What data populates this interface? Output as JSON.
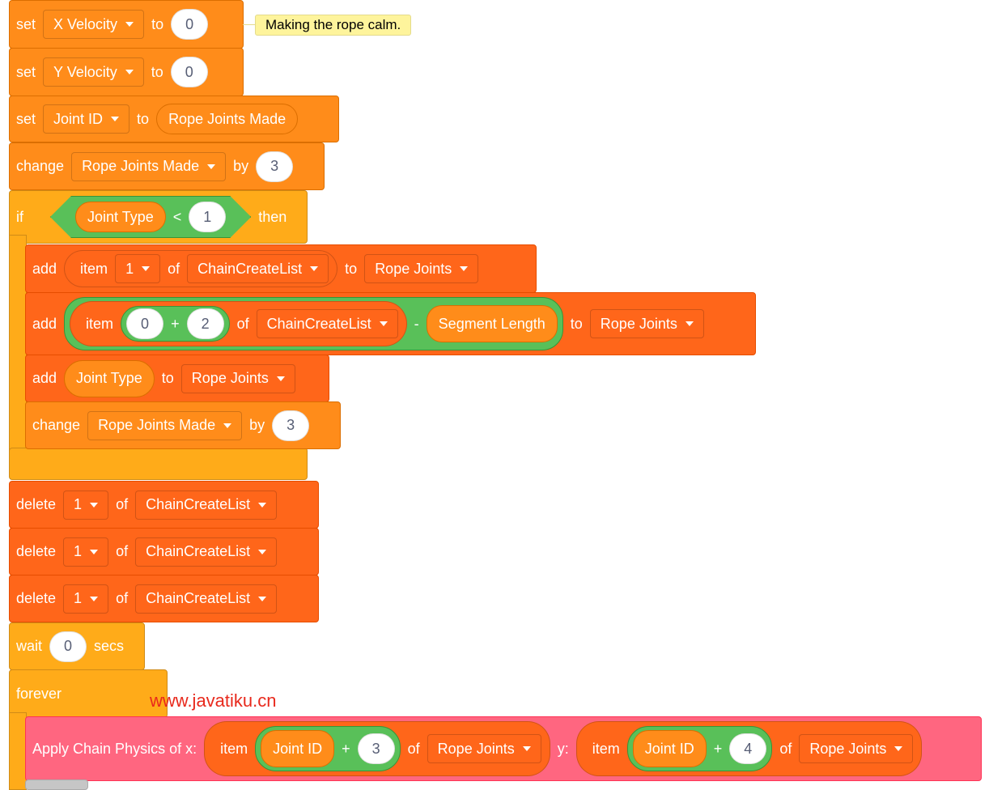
{
  "comment": "Making the rope calm.",
  "watermark": "www.javatiku.cn",
  "words": {
    "set": "set",
    "to": "to",
    "change": "change",
    "by": "by",
    "if": "if",
    "then": "then",
    "add": "add",
    "item": "item",
    "of": "of",
    "minus": "-",
    "plus": "+",
    "lt": "<",
    "delete": "delete",
    "wait": "wait",
    "secs": "secs",
    "forever": "forever",
    "y": "y:"
  },
  "blocks": {
    "set_x": {
      "var": "X Velocity",
      "value": "0"
    },
    "set_y": {
      "var": "Y Velocity",
      "value": "0"
    },
    "set_joint": {
      "var": "Joint ID",
      "reporter": "Rope Joints Made"
    },
    "change1": {
      "var": "Rope Joints Made",
      "value": "3"
    },
    "if": {
      "reporter": "Joint Type",
      "value": "1"
    },
    "add1": {
      "index": "1",
      "list": "ChainCreateList",
      "target": "Rope Joints"
    },
    "add2": {
      "a": "0",
      "b": "2",
      "list": "ChainCreateList",
      "reporter": "Segment Length",
      "target": "Rope Joints"
    },
    "add3": {
      "reporter": "Joint Type",
      "target": "Rope Joints"
    },
    "change2": {
      "var": "Rope Joints Made",
      "value": "3"
    },
    "deletes": [
      {
        "index": "1",
        "list": "ChainCreateList"
      },
      {
        "index": "1",
        "list": "ChainCreateList"
      },
      {
        "index": "1",
        "list": "ChainCreateList"
      }
    ],
    "wait": {
      "value": "0"
    },
    "physics": {
      "label": "Apply Chain Physics of x:",
      "x_var": "Joint ID",
      "x_add": "3",
      "x_list": "Rope Joints",
      "y_var": "Joint ID",
      "y_add": "4",
      "y_list": "Rope Joints"
    }
  },
  "colors": {
    "variables": "#ff8c1a",
    "lists": "#ff661a",
    "control": "#ffab19",
    "operators": "#59c059",
    "custom": "#ff6680",
    "comment": "#fef49c"
  }
}
